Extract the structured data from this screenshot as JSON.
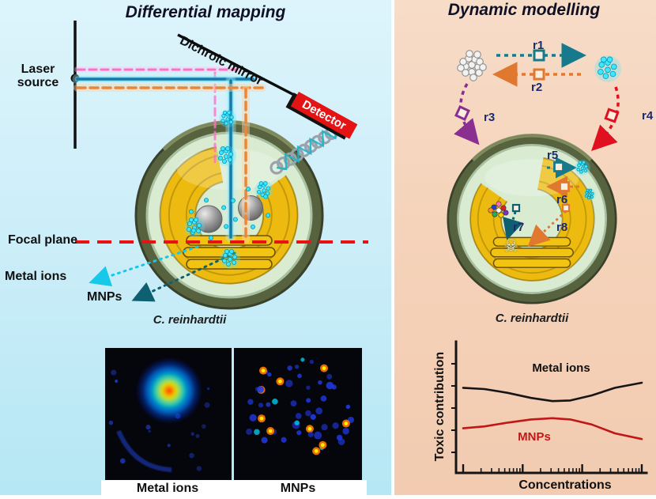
{
  "left_panel": {
    "title": "Differential mapping",
    "laser_label": "Laser source",
    "dichroic_label": "Dichroic mirror",
    "detector_label": "Detector",
    "focal_label": "Focal plane",
    "metal_ions_label": "Metal ions",
    "mnps_label": "MNPs",
    "organism": "C. reinhardtii",
    "map_captions": {
      "metal_ions": "Metal ions",
      "mnps": "MNPs"
    }
  },
  "right_panel": {
    "title": "Dynamic modelling",
    "reactions": [
      "r1",
      "r2",
      "r3",
      "r4",
      "r5",
      "r6",
      "r7",
      "r8"
    ],
    "organism": "C. reinhardtii",
    "skull": "☠"
  },
  "chart_data": {
    "type": "line",
    "title": "",
    "xlabel": "Concentrations",
    "ylabel": "Toxic contribution",
    "x_scale": "log-style unlabeled ticks, 3 decades",
    "axis_ranges": {
      "x": [
        0,
        1
      ],
      "y": [
        0,
        1
      ]
    },
    "legend_position": "inline-labels",
    "series": [
      {
        "name": "Metal ions",
        "color": "#151515",
        "x": [
          0,
          0.12,
          0.25,
          0.38,
          0.5,
          0.6,
          0.72,
          0.85,
          1
        ],
        "y": [
          0.66,
          0.65,
          0.62,
          0.58,
          0.555,
          0.56,
          0.6,
          0.66,
          0.7
        ]
      },
      {
        "name": "MNPs",
        "color": "#c01818",
        "x": [
          0,
          0.12,
          0.25,
          0.38,
          0.5,
          0.6,
          0.72,
          0.85,
          1
        ],
        "y": [
          0.34,
          0.355,
          0.385,
          0.41,
          0.42,
          0.41,
          0.37,
          0.3,
          0.255
        ]
      }
    ]
  },
  "colors": {
    "left_bg": "#cdeef9",
    "right_bg": "#f5d3ba",
    "detector_red": "#e41414",
    "focal_red": "#e81212",
    "beam_teal": "#1779a8",
    "beam_orange": "#e8873c",
    "beam_pink": "#ff70c8",
    "reaction_navy": "#1c2a6e",
    "r1_teal": "#167a8c",
    "r2_orange": "#e07830",
    "r3_purple": "#8a2f8f",
    "r4_red": "#e01020",
    "particle_cyan": "#40e8ff",
    "chloroplast_yellow": "#edbb10"
  }
}
